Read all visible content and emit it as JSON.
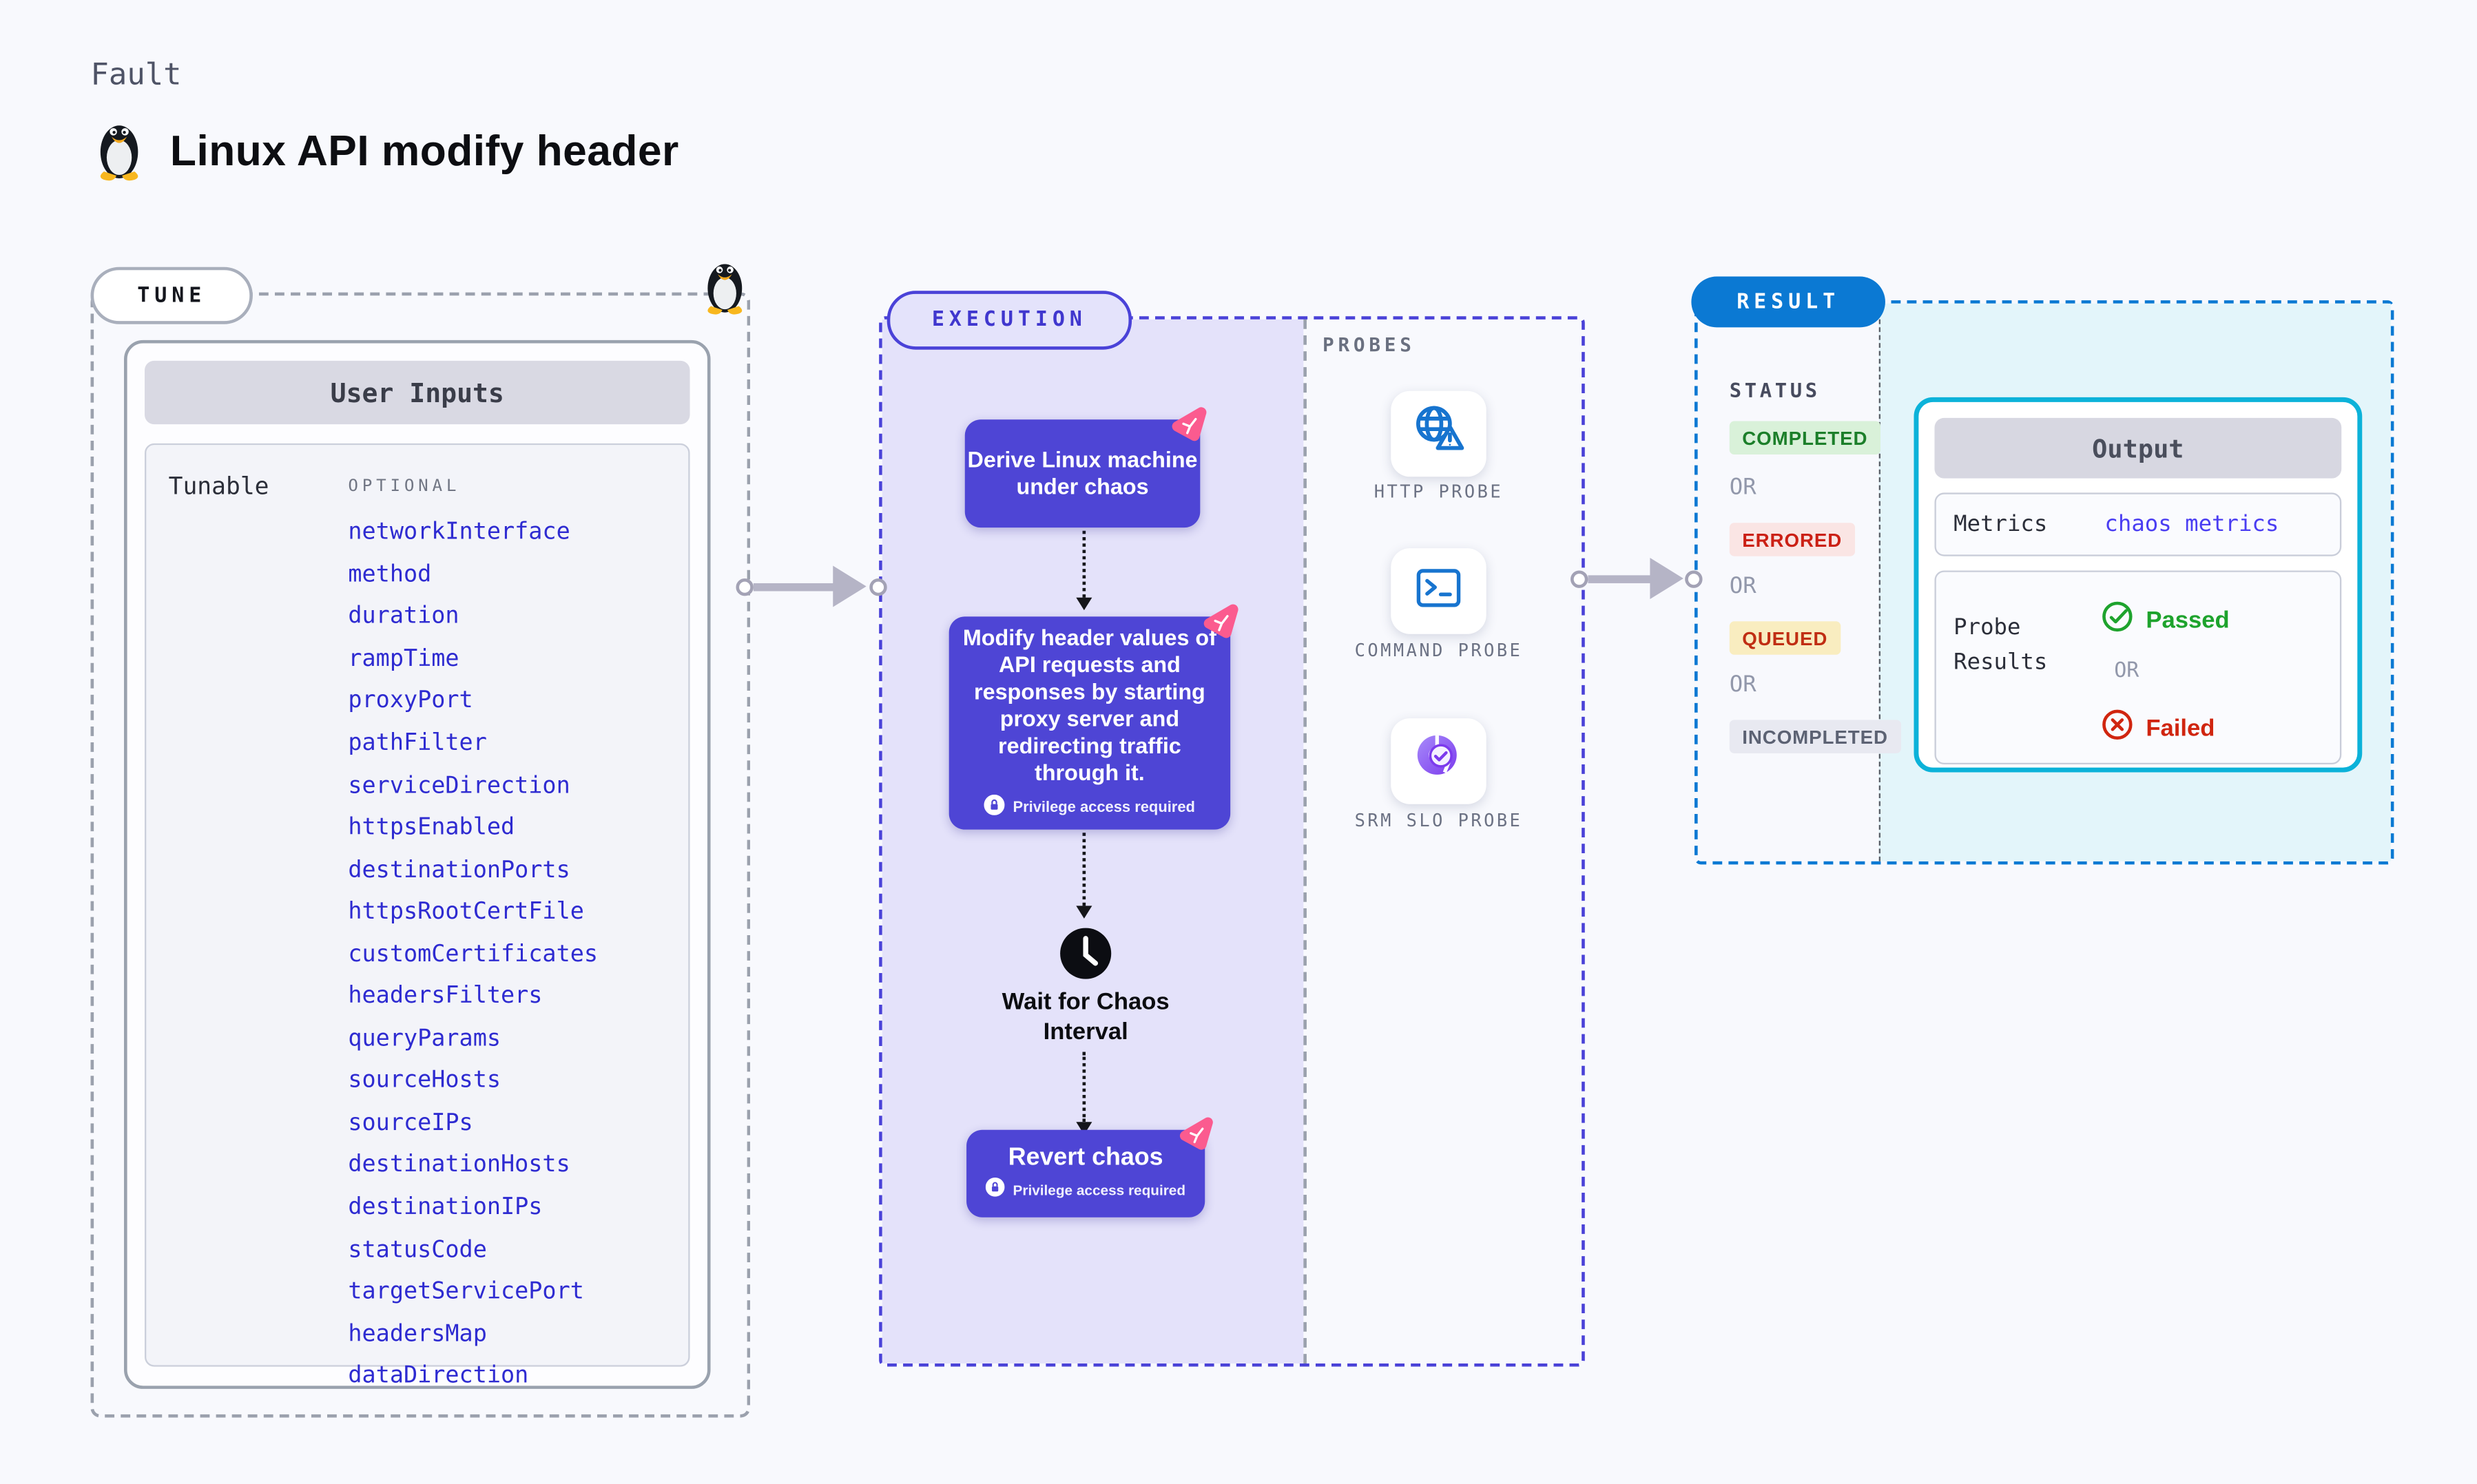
{
  "page": {
    "kicker": "Fault",
    "title": "Linux API modify header"
  },
  "tune": {
    "pill": "TUNE",
    "card_title": "User Inputs",
    "column_label": "Tunable",
    "column_tag": "OPTIONAL",
    "tunables": [
      "networkInterface",
      "method",
      "duration",
      "rampTime",
      "proxyPort",
      "pathFilter",
      "serviceDirection",
      "httpsEnabled",
      "destinationPorts",
      "httpsRootCertFile",
      "customCertificates",
      "headersFilters",
      "queryParams",
      "sourceHosts",
      "sourceIPs",
      "destinationHosts",
      "destinationIPs",
      "statusCode",
      "targetServicePort",
      "headersMap",
      "dataDirection"
    ]
  },
  "execution": {
    "pill": "EXECUTION",
    "node_derive": "Derive Linux machine under chaos",
    "node_modify": "Modify header values of API requests and responses by starting proxy server and redirecting traffic through it.",
    "privilege": "Privilege access required",
    "wait": "Wait for Chaos Interval",
    "node_revert": "Revert chaos"
  },
  "probes": {
    "heading": "PROBES",
    "http": "HTTP PROBE",
    "command": "COMMAND PROBE",
    "srm": "SRM SLO PROBE"
  },
  "result": {
    "pill": "RESULT",
    "status_heading": "STATUS",
    "or_label": "OR",
    "statuses": {
      "completed": "COMPLETED",
      "errored": "ERRORED",
      "queued": "QUEUED",
      "incompleted": "INCOMPLETED"
    },
    "output": {
      "title": "Output",
      "metrics_label": "Metrics",
      "metrics_link": "chaos metrics",
      "probe_results_label": "Probe Results",
      "passed": "Passed",
      "failed": "Failed"
    }
  },
  "colors": {
    "accent_indigo": "#4e45d5",
    "exec_border": "#4a42d8",
    "exec_fill": "#e4e2fa",
    "result_blue": "#0b79d3",
    "output_cyan": "#0cb2d9",
    "cyan_fill": "#e3f5fa",
    "tunable_link": "#2e2bd1",
    "chaos_pink": "#fb5b8f",
    "probe_blue": "#1774cf",
    "passed_green": "#1ea32d",
    "failed_red": "#d0250f",
    "queued_bg": "#f9edc0",
    "completed_bg": "#d9f1d9",
    "errored_bg": "#fae5e4"
  }
}
